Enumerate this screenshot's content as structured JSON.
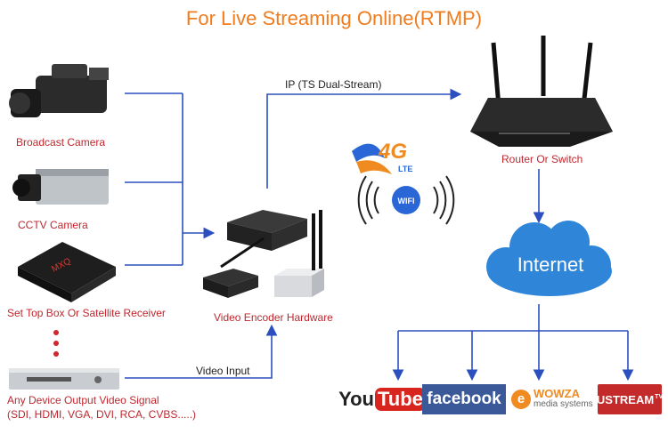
{
  "title": "For Live Streaming Online(RTMP)",
  "sources": [
    {
      "label": "Broadcast Camera",
      "icon": "broadcast-camera-icon"
    },
    {
      "label": "CCTV Camera",
      "icon": "cctv-camera-icon"
    },
    {
      "label": "Set Top Box Or Satellite Receiver",
      "icon": "set-top-box-icon"
    },
    {
      "label": "Any Device Output Video Signal",
      "icon": "dvd-player-icon"
    }
  ],
  "source_signals": "(SDI, HDMI, VGA, DVI, RCA, CVBS.....)",
  "encoder_label": "Video Encoder Hardware",
  "video_input_label": "Video Input",
  "ip_label": "IP (TS Dual-Stream)",
  "network_4g": "4G",
  "network_lte": "LTE",
  "network_wifi": "WIFI",
  "router_label": "Router Or Switch",
  "cloud_label": "Internet",
  "platforms": {
    "youtube_you": "You",
    "youtube_tube": "Tube",
    "facebook": "facebook",
    "wowza": "WOWZA",
    "wowza_sub": "media systems",
    "ustream": "USTREAM",
    "ustream_tv": "TV"
  },
  "colors": {
    "title": "#f07c1e",
    "source_labels": "#c0262e",
    "lines": "#2c4fbf",
    "cloud": "#2f86d9"
  }
}
